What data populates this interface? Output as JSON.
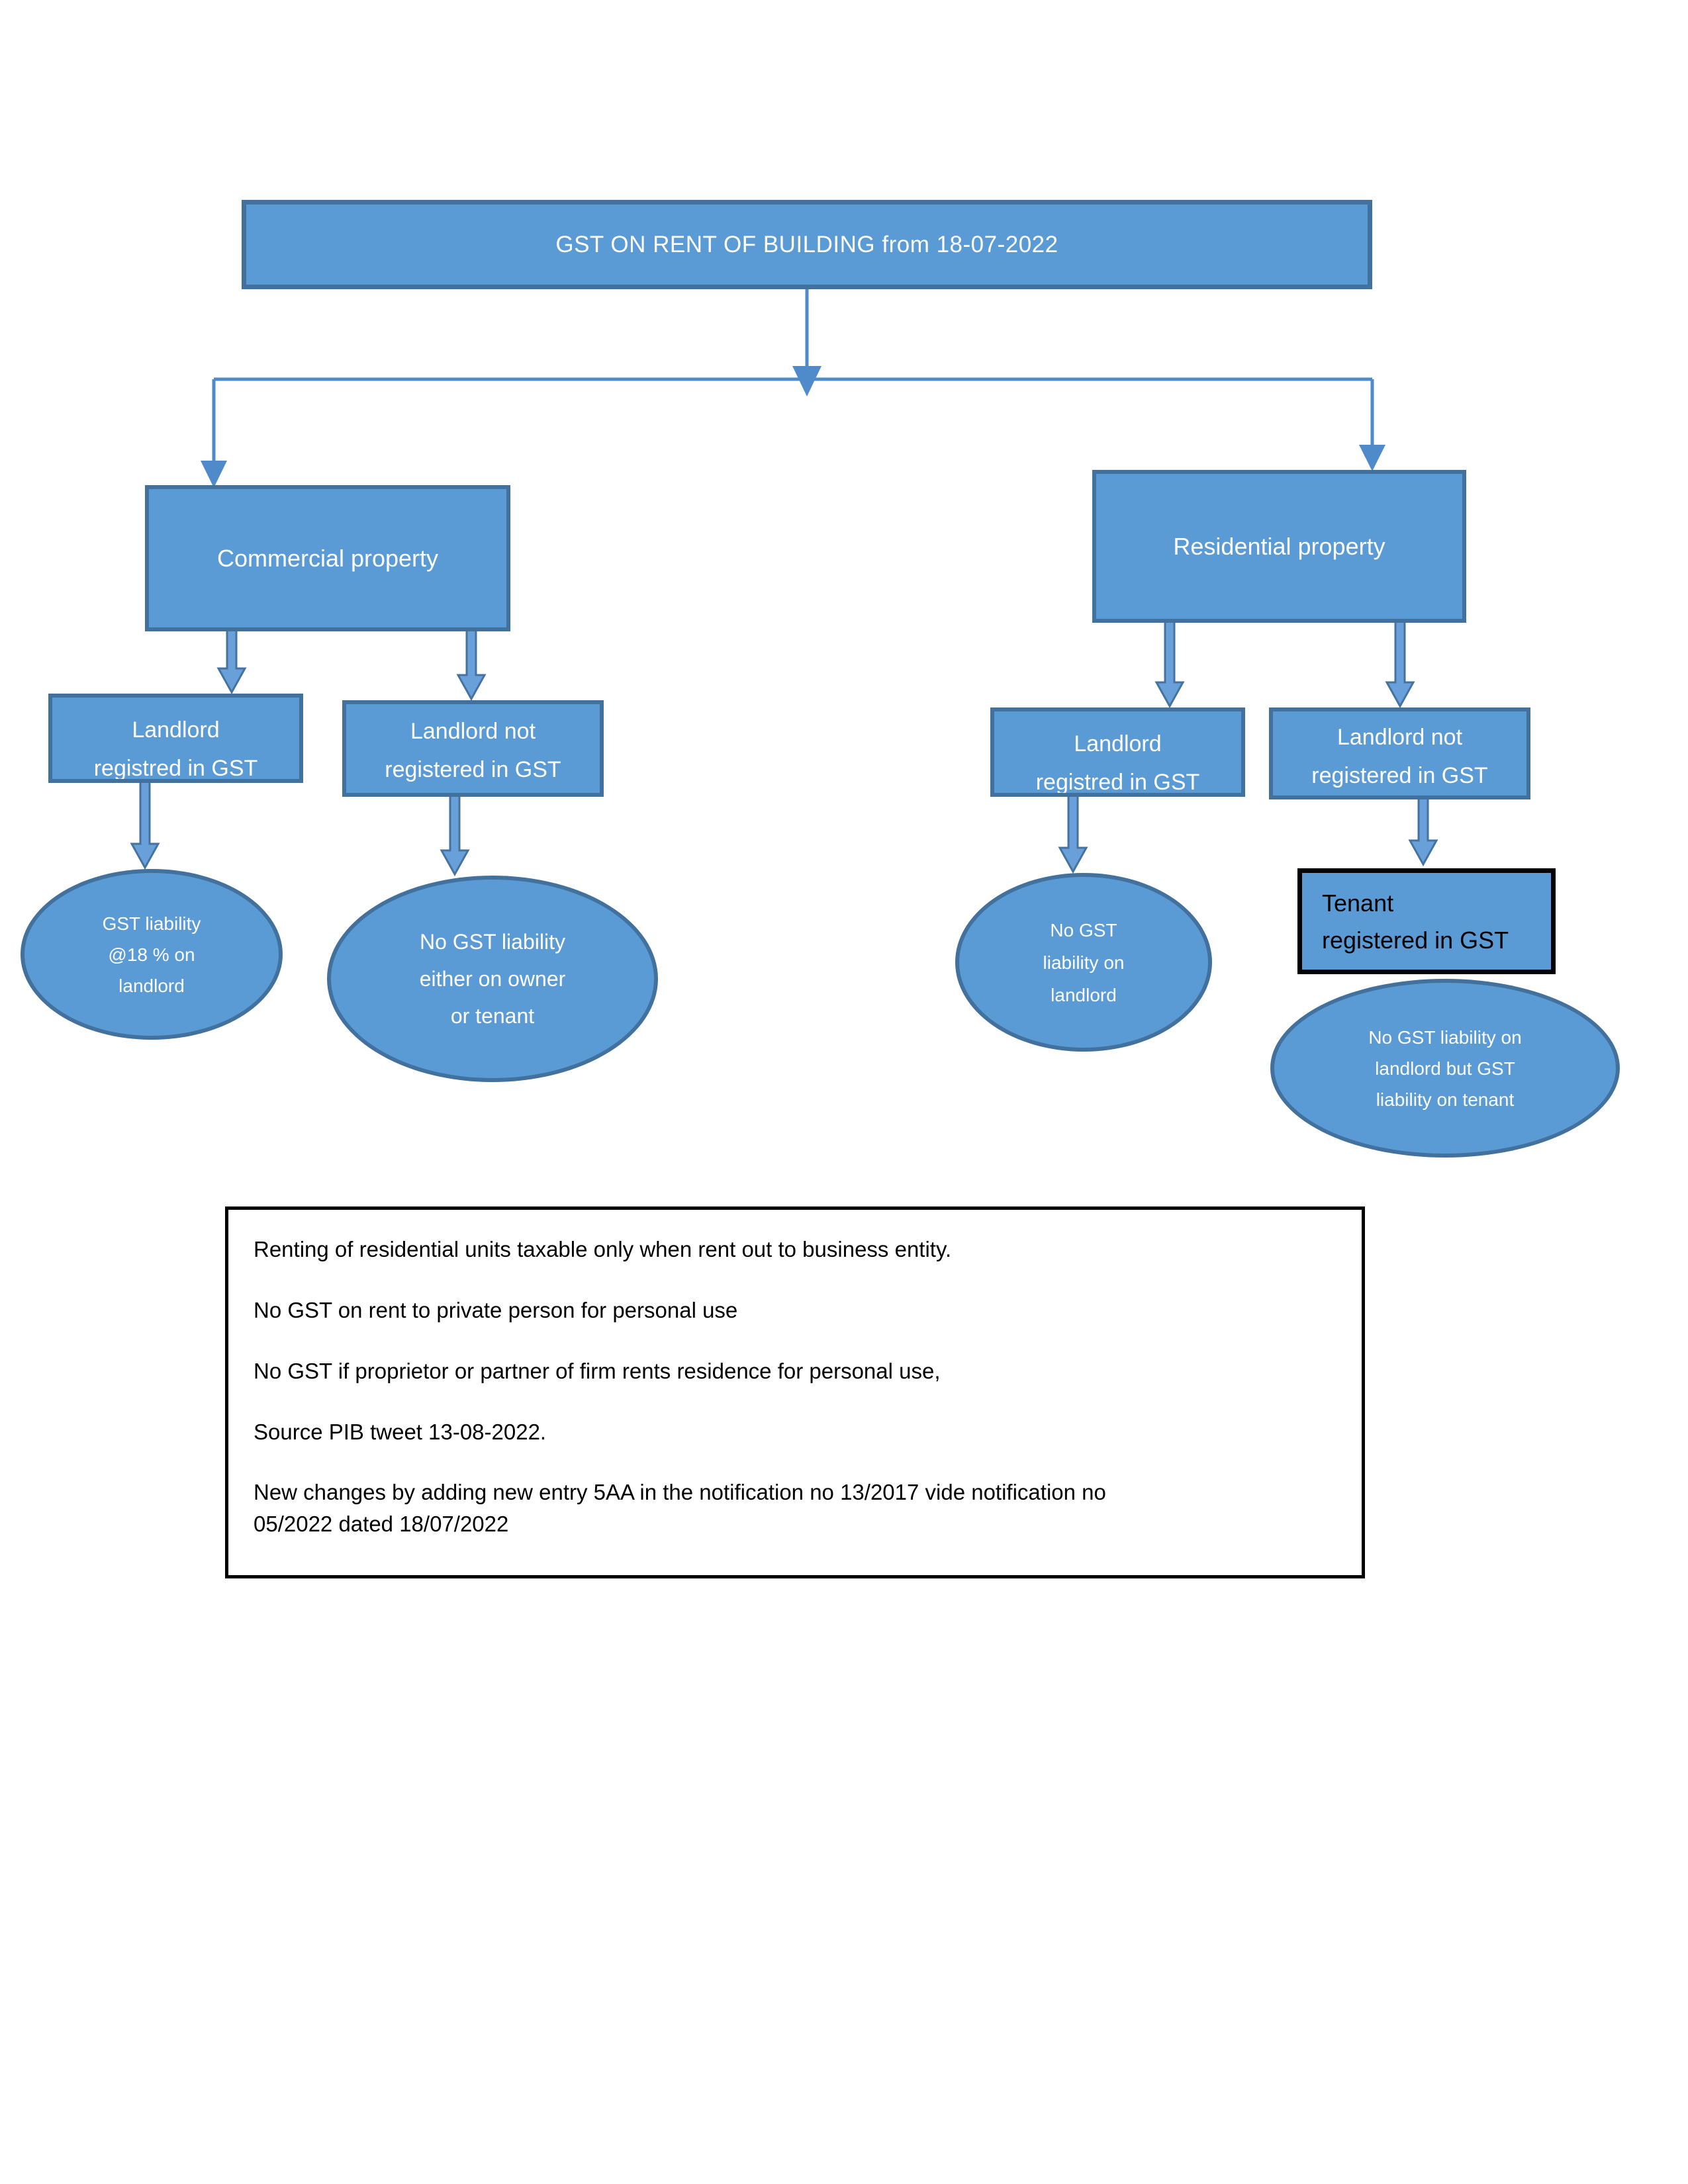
{
  "title": {
    "label": "GST ON RENT OF BUILDING from 18-07-2022"
  },
  "nodes": {
    "commercial": "Commercial property",
    "residential": "Residential property",
    "com_landlord_registered": "Landlord\nregistred in GST",
    "com_landlord_not_registered": "Landlord not\nregistered in GST",
    "res_landlord_registered": "Landlord\nregistred in GST",
    "res_landlord_not_registered": "Landlord not\nregistered in GST",
    "tenant_registered": "Tenant\nregistered in GST"
  },
  "outcomes": {
    "com_registered": "GST liability\n@18 % on\nlandlord",
    "com_not_registered": "No GST liability\neither on owner\nor tenant",
    "res_registered": "No GST\nliability on\nlandlord",
    "res_tenant_registered": "No GST liability on\nlandlord but GST\nliability on tenant"
  },
  "notes": {
    "lines": [
      "Renting of residential units taxable only when rent out to business entity.",
      "No GST on rent to private person for personal use",
      "No GST if proprietor or partner of firm rents residence for personal use,",
      "Source PIB tweet 13-08-2022.",
      "New changes by adding new entry 5AA in the notification no 13/2017 vide notification no\n05/2022 dated 18/07/2022"
    ]
  },
  "colors": {
    "shape_fill": "#5b9bd5",
    "shape_border": "#41719c",
    "connector_line": "#4f8bcb",
    "thick_arrow_fill": "#69a0d9",
    "thick_arrow_border": "#44739f",
    "tenant_border": "#000000",
    "notes_border": "#000000",
    "text_on_blue": "#ffffff",
    "text_black": "#000000"
  }
}
